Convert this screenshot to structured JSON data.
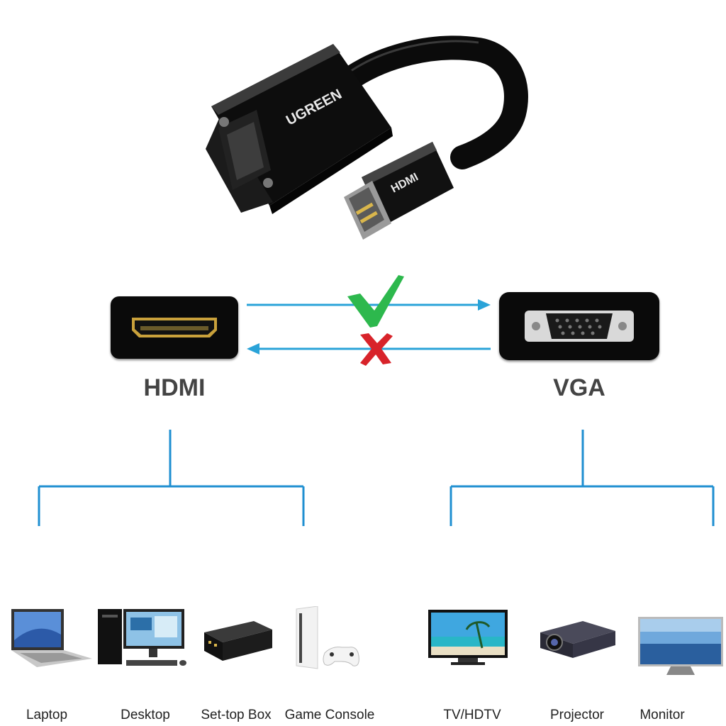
{
  "product": {
    "brand_text": "UGREEN",
    "connector_text": "HDMI"
  },
  "ports": {
    "hdmi_label": "HDMI",
    "vga_label": "VGA"
  },
  "direction": {
    "supported_icon": "check-icon",
    "unsupported_icon": "cross-icon",
    "arrow_color": "#2aa3d8",
    "check_color": "#2db84d",
    "cross_color": "#d8232a"
  },
  "tree_color": "#1f8fd1",
  "source_devices": [
    {
      "label": "Laptop",
      "icon": "laptop-icon"
    },
    {
      "label": "Desktop",
      "icon": "desktop-icon"
    },
    {
      "label": "Set-top Box",
      "icon": "set-top-box-icon"
    },
    {
      "label": "Game Console",
      "icon": "game-console-icon"
    }
  ],
  "display_devices": [
    {
      "label": "TV/HDTV",
      "icon": "tv-icon"
    },
    {
      "label": "Projector",
      "icon": "projector-icon"
    },
    {
      "label": "Monitor",
      "icon": "monitor-icon"
    }
  ]
}
